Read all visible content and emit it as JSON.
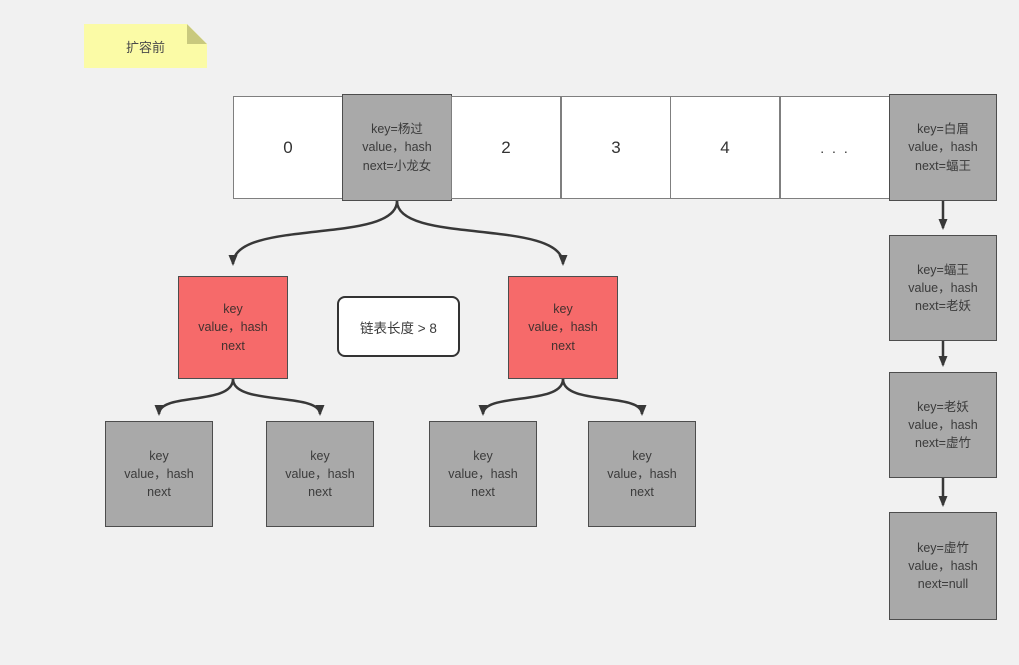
{
  "note": {
    "label": "扩容前"
  },
  "colors": {
    "background": "#f1f1f1",
    "note_fill": "#fbfba6",
    "note_fold": "#c9c97e",
    "cell_fill": "#ffffff",
    "cell_border": "#7f7f7f",
    "node_gray": "#a9a9a9",
    "node_border": "#4d4d4d",
    "node_red": "#f66a6a",
    "connector": "#383838"
  },
  "array": {
    "cells": [
      {
        "type": "empty",
        "label": "0"
      },
      {
        "type": "bucket",
        "lines": [
          "key=杨过",
          "value，hash",
          "next=小龙女"
        ]
      },
      {
        "type": "empty",
        "label": "2"
      },
      {
        "type": "empty",
        "label": "3"
      },
      {
        "type": "empty",
        "label": "4"
      },
      {
        "type": "empty",
        "label": ". . ."
      },
      {
        "type": "bucket",
        "lines": [
          "key=白眉",
          "value，hash",
          "next=蝠王"
        ]
      }
    ]
  },
  "tree": {
    "condition_label": "链表长度 > 8",
    "red_nodes": [
      {
        "lines": [
          "key",
          "value，hash",
          "next"
        ]
      },
      {
        "lines": [
          "key",
          "value，hash",
          "next"
        ]
      }
    ],
    "leaf_nodes": [
      {
        "lines": [
          "key",
          "value，hash",
          "next"
        ]
      },
      {
        "lines": [
          "key",
          "value，hash",
          "next"
        ]
      },
      {
        "lines": [
          "key",
          "value，hash",
          "next"
        ]
      },
      {
        "lines": [
          "key",
          "value，hash",
          "next"
        ]
      }
    ]
  },
  "chain": {
    "nodes": [
      {
        "lines": [
          "key=蝠王",
          "value，hash",
          "next=老妖"
        ]
      },
      {
        "lines": [
          "key=老妖",
          "value，hash",
          "next=虚竹"
        ]
      },
      {
        "lines": [
          "key=虚竹",
          "value，hash",
          "next=null"
        ]
      }
    ]
  }
}
